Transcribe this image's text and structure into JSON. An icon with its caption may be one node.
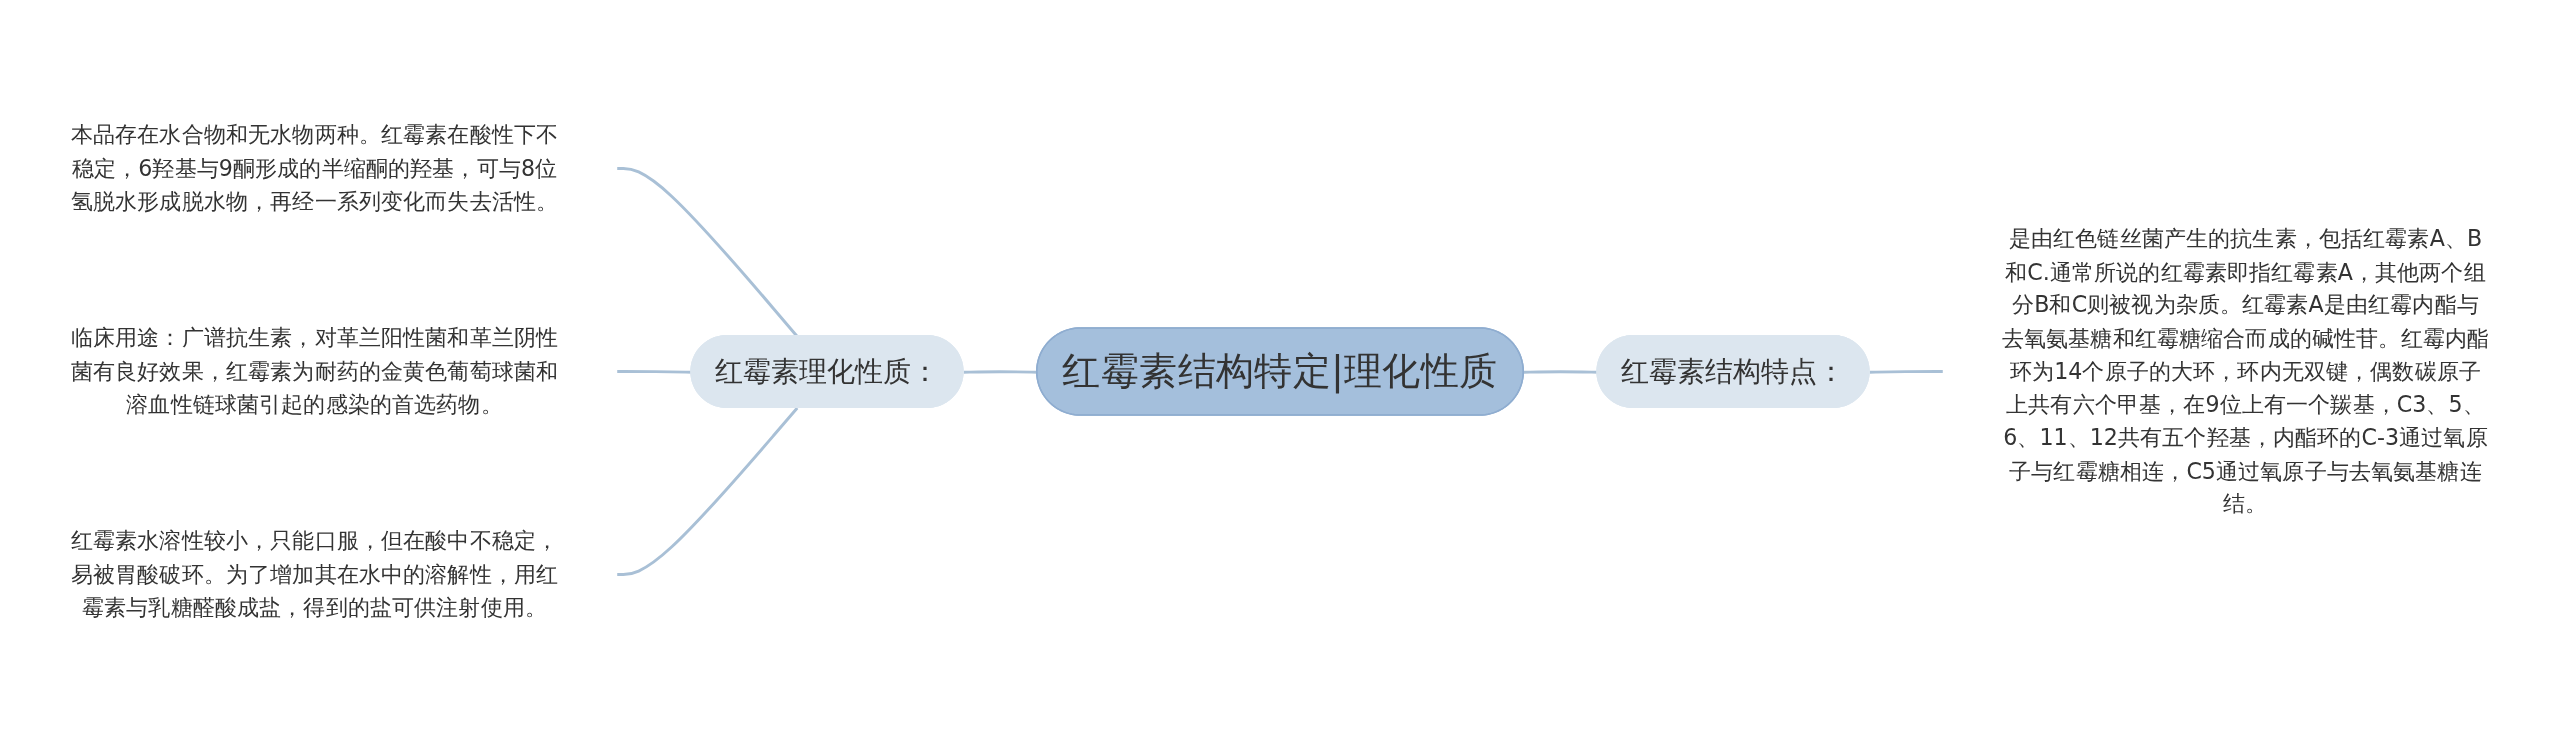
{
  "diagram": {
    "nodes": [
      {
        "text": [
          "红霉素结构特定|理化性质"
        ]
      },
      {
        "text": [
          "红霉素理化性质："
        ]
      },
      {
        "text": [
          "红霉素结构特点："
        ]
      },
      {
        "text": [
          "本品存在水合物和无水物两种。红霉素在酸性下不稳定，6羟基与9酮形成的半缩酮的羟基，可与8位氢脱水形成脱水物，再经一系列变化而失去活性。"
        ]
      },
      {
        "text": [
          "临床用途：广谱抗生素，对革兰阳性菌和革兰阴性菌有良好效果，红霉素为耐药的金黄色葡萄球菌和溶血性链球菌引起的感染的首选药物。"
        ]
      },
      {
        "text": [
          "红霉素水溶性较小，只能口服，但在酸中不稳定，易被胃酸破环。为了增加其在水中的溶解性，用红霉素与乳糖醛酸成盐，得到的盐可供注射使用。"
        ]
      },
      {
        "text": [
          "是由红色链丝菌产生的抗生素，包括红霉素A、B和C.通常所说的红霉素即指红霉素A，其他两个组分B和C则被视为杂质。红霉素A是由红霉内酯与去氧氨基糖和红霉糖缩合而成的碱性苷。红霉内酯环为14个原子的大环，环内无双键，偶数碳原子上共有六个甲基，在9位上有一个羰基，C3、5、6、11、12共有五个羟基，内酯环的C-3通过氧原子与红霉糖相连，C5通过氧原子与去氧氨基糖连结。"
        ]
      }
    ],
    "edges": [
      {
        "from": 3,
        "to": 1,
        "arrow": "none"
      },
      {
        "from": 4,
        "to": 1,
        "arrow": "none"
      },
      {
        "from": 5,
        "to": 1,
        "arrow": "none"
      },
      {
        "from": 1,
        "to": 0,
        "arrow": "none"
      },
      {
        "from": 0,
        "to": 2,
        "arrow": "none"
      },
      {
        "from": 2,
        "to": 6,
        "arrow": "none"
      }
    ]
  }
}
